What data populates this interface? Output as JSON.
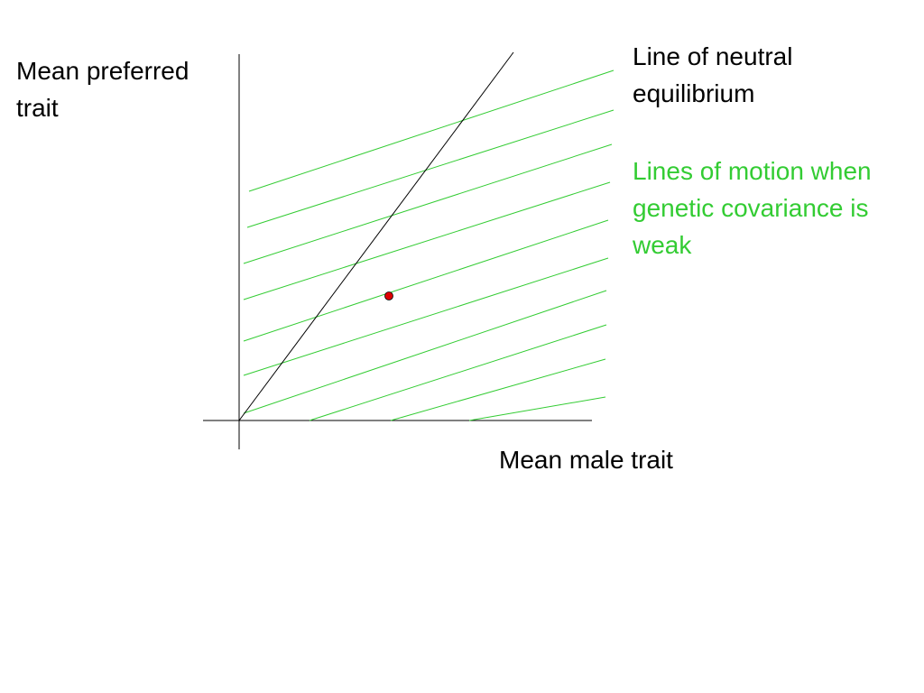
{
  "labels": {
    "y_axis": [
      "Mean preferred",
      "trait"
    ],
    "x_axis": "Mean male trait",
    "neutral_line": [
      "Line of neutral",
      "equilibrium"
    ],
    "motion_lines": [
      "Lines of motion when",
      "genetic covariance is",
      "weak"
    ]
  },
  "colors": {
    "axes": "#000000",
    "neutral_line": "#000000",
    "motion_lines": "#33cc33",
    "motion_text": "#33cc33",
    "point": "#dd0000"
  },
  "motion_line_count": 10
}
